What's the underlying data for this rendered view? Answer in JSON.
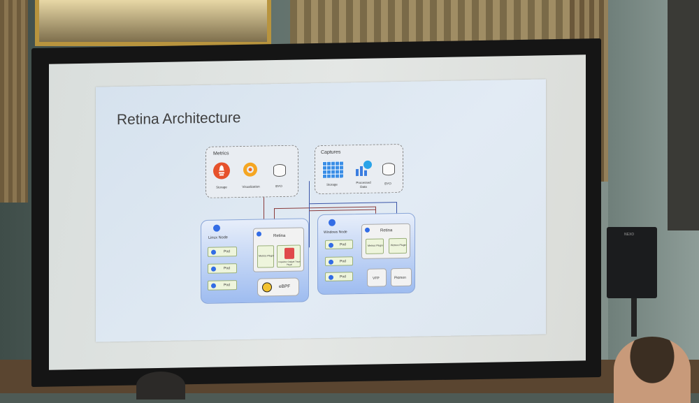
{
  "slide": {
    "title": "Retina Architecture"
  },
  "metrics": {
    "label": "Metrics",
    "items": [
      "Storage",
      "Visualization",
      "BYO"
    ]
  },
  "captures": {
    "label": "Captures",
    "items": [
      "Storage",
      "Processed",
      "Data",
      "BYO"
    ]
  },
  "linux_node": {
    "label": "Linux Node",
    "pods": [
      "Pod",
      "Pod",
      "Pod"
    ],
    "retina_label": "Retina",
    "plugin_metrics": "Metrics Plugin",
    "plugin_capture": "Inspektor Gadget Trace Plugin",
    "ebpf": "eBPF"
  },
  "windows_node": {
    "label": "Windows Node",
    "pods": [
      "Pod",
      "Pod",
      "Pod"
    ],
    "retina_label": "Retina",
    "plugin_metrics": "Metrics Plugin",
    "plugin_capture": "Pktmon Plugin",
    "vfp": "VFP",
    "pktmon": "Pktmon"
  },
  "speaker": {
    "brand": "NEXO"
  },
  "colors": {
    "prometheus": "#e6522c",
    "grafana": "#f5a623",
    "kubernetes": "#326ce5",
    "link_red": "#8a3b3b",
    "link_blue": "#3b55a8"
  }
}
